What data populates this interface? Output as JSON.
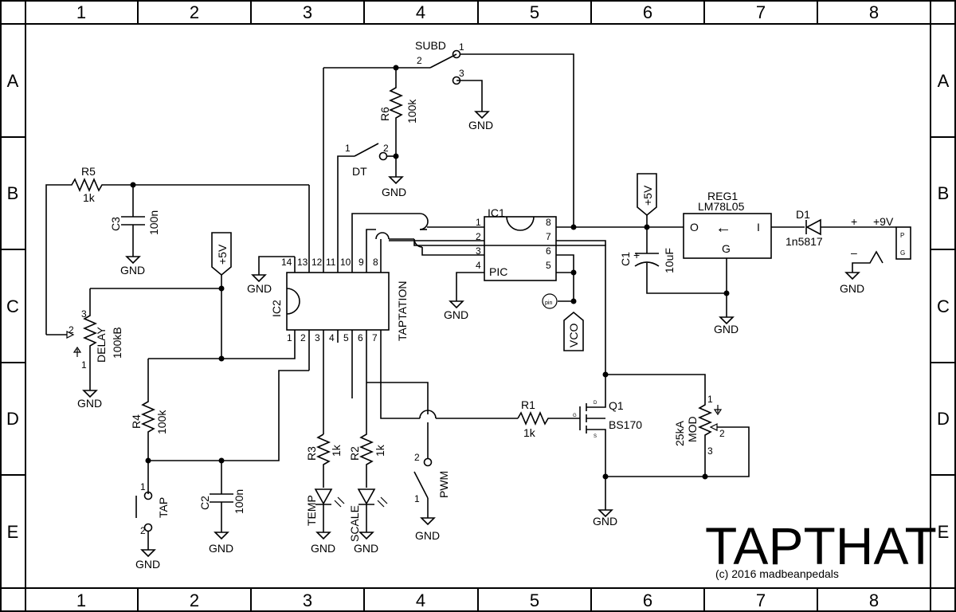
{
  "frame": {
    "columns": [
      "1",
      "2",
      "3",
      "4",
      "5",
      "6",
      "7",
      "8"
    ],
    "rows": [
      "A",
      "B",
      "C",
      "D",
      "E"
    ]
  },
  "title": {
    "name": "TAPTHAT",
    "copyright": "(c) 2016 madbeanpedals"
  },
  "power": {
    "vplus": "+5V",
    "supply": "+9V",
    "gnd": "GND",
    "plus": "+",
    "minus": "–",
    "dc_p": "P",
    "dc_g": "G"
  },
  "parts": {
    "ic1": {
      "ref": "IC1",
      "name": "PIC",
      "pins": [
        "1",
        "2",
        "3",
        "4",
        "5",
        "6",
        "7",
        "8"
      ]
    },
    "ic2": {
      "ref": "IC2",
      "name": "TAPTATION",
      "pins_bottom": [
        "1",
        "2",
        "3",
        "4",
        "5",
        "6",
        "7"
      ],
      "pins_top": [
        "14",
        "13",
        "12",
        "11",
        "10",
        "9",
        "8"
      ]
    },
    "reg1": {
      "ref": "REG1",
      "value": "LM78L05",
      "pin_o": "O",
      "pin_i": "I",
      "pin_g": "G",
      "arrow": "←"
    },
    "d1": {
      "ref": "D1",
      "value": "1n5817"
    },
    "c1": {
      "ref": "C1",
      "value": "10uF",
      "polarity": "+"
    },
    "c2": {
      "ref": "C2",
      "value": "100n"
    },
    "c3": {
      "ref": "C3",
      "value": "100n"
    },
    "r1": {
      "ref": "R1",
      "value": "1k"
    },
    "r2": {
      "ref": "R2",
      "value": "1k"
    },
    "r3": {
      "ref": "R3",
      "value": "1k"
    },
    "r4": {
      "ref": "R4",
      "value": "100k"
    },
    "r5": {
      "ref": "R5",
      "value": "1k"
    },
    "r6": {
      "ref": "R6",
      "value": "100k"
    },
    "delay": {
      "ref": "DELAY",
      "value": "100kB",
      "p1": "1",
      "p2": "2",
      "p3": "3"
    },
    "mod": {
      "ref": "MOD",
      "value": "25kA",
      "p1": "1",
      "p2": "2",
      "p3": "3"
    },
    "q1": {
      "ref": "Q1",
      "value": "BS170",
      "d": "D",
      "g": "G",
      "s": "S"
    },
    "subd": {
      "ref": "SUBD",
      "p1": "1",
      "p2": "2",
      "p3": "3"
    },
    "dt": {
      "ref": "DT",
      "p1": "1",
      "p2": "2"
    },
    "tap": {
      "ref": "TAP",
      "p1": "1",
      "p2": "2"
    },
    "pwm": {
      "ref": "PWM",
      "p1": "1",
      "p2": "2"
    },
    "temp": {
      "ref": "TEMP"
    },
    "scale": {
      "ref": "SCALE"
    },
    "vco": {
      "ref": "VCO",
      "pad": "pin"
    }
  }
}
